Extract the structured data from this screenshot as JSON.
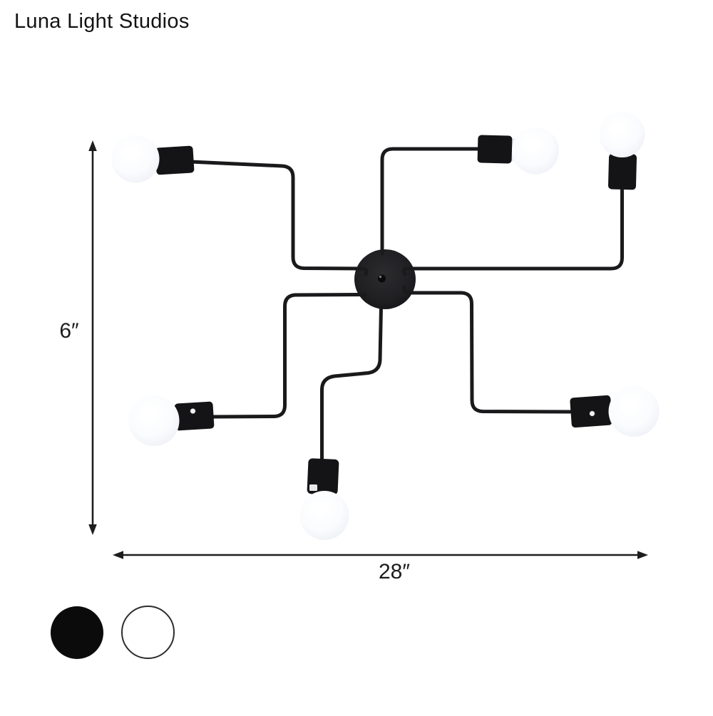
{
  "brand": {
    "name": "Luna Light Studios"
  },
  "dimension_annotations": {
    "height": {
      "label": "6″"
    },
    "width": {
      "label": "28″"
    }
  },
  "product_view": {
    "subject": "six-arm matte black semi-flush ceiling lamp with exposed white globe bulbs",
    "bulb_count": 6
  },
  "color_options": [
    {
      "name": "black",
      "hex": "#0b0b0b"
    },
    {
      "name": "white",
      "hex": "#ffffff"
    }
  ],
  "palette": {
    "background": "#ffffff",
    "metal_black": "#1a1a1c",
    "dimension_line": "#1d1d1d",
    "text_color": "#141414",
    "bulb_shade_edge": "#e4e7ef"
  }
}
